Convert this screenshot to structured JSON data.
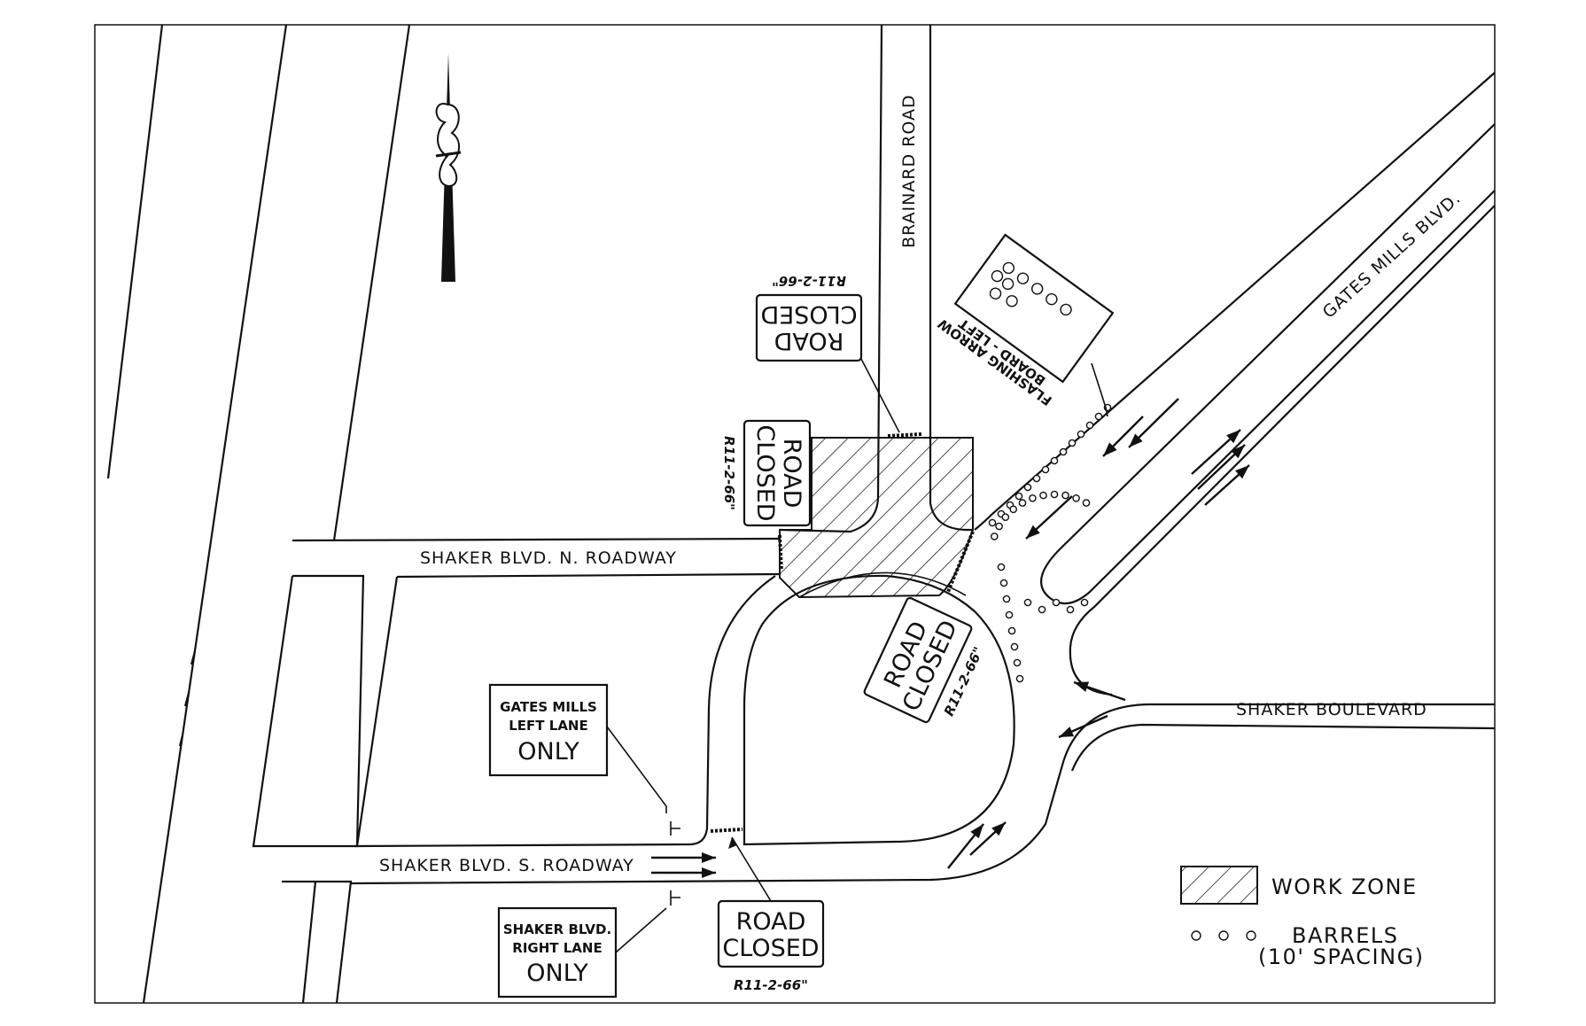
{
  "streets": {
    "brainard": "BRAINARD ROAD",
    "gates_mills": "GATES MILLS BLVD.",
    "shaker_north": "SHAKER BLVD. N. ROADWAY",
    "shaker_south": "SHAKER BLVD. S. ROADWAY",
    "shaker": "SHAKER BOULEVARD"
  },
  "signs": {
    "road_closed_line1": "ROAD",
    "road_closed_line2": "CLOSED",
    "sign_code": "R11-2-66\"",
    "gates_mills_lane": {
      "line1": "GATES MILLS",
      "line2": "LEFT LANE",
      "line3": "ONLY"
    },
    "shaker_lane": {
      "line1": "SHAKER BLVD.",
      "line2": "RIGHT LANE",
      "line3": "ONLY"
    },
    "arrow_board": {
      "line1": "FLASHING ARROW",
      "line2": "BOARD - LEFT"
    }
  },
  "legend": {
    "work_zone": "WORK ZONE",
    "barrels_line1": "BARRELS",
    "barrels_line2": "(10' SPACING)"
  },
  "colors": {
    "ink": "#111111",
    "paper": "#ffffff"
  }
}
